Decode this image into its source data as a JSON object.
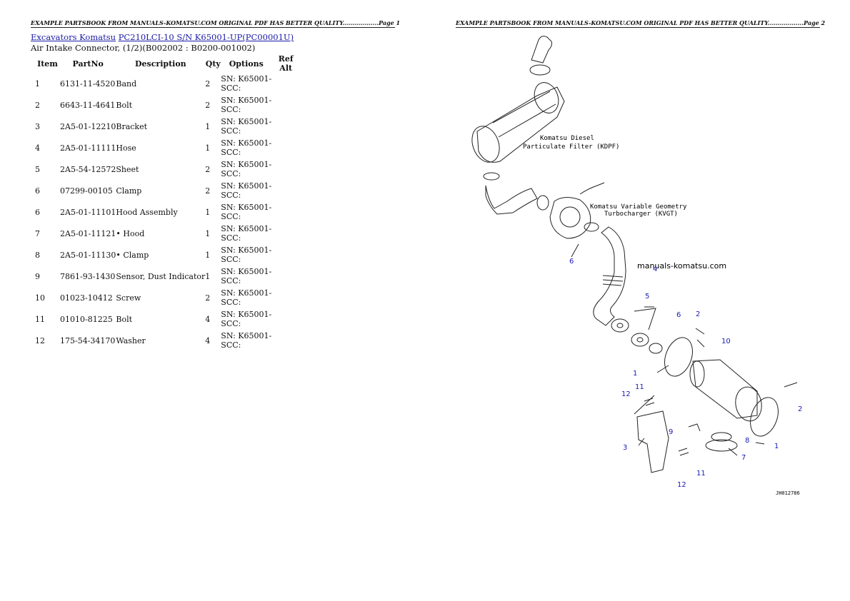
{
  "header": {
    "page1": "EXAMPLE PARTSBOOK FROM MANUALS-KOMATSU.COM ORIGINAL PDF HAS BETTER QUALITY..................Page 1",
    "page2": "EXAMPLE PARTSBOOK FROM MANUALS-KOMATSU.COM ORIGINAL PDF HAS BETTER QUALITY..................Page 2"
  },
  "breadcrumb": {
    "link1": "Excavators Komatsu",
    "link2": "PC210LCI-10 S/N K65001-UP(PC00001U)"
  },
  "subtitle": "Air Intake Connector, (1/2)(B002002 : B0200-001002)",
  "table": {
    "headers": [
      "Item",
      "PartNo",
      "Description",
      "Qty",
      "Options",
      "Ref Alt"
    ],
    "rows": [
      {
        "item": "1",
        "part": "6131-11-4520",
        "desc": "Band",
        "qty": "2",
        "opt1": "SN: K65001-",
        "opt2": "SCC:"
      },
      {
        "item": "2",
        "part": "6643-11-4641",
        "desc": "Bolt",
        "qty": "2",
        "opt1": "SN: K65001-",
        "opt2": "SCC:"
      },
      {
        "item": "3",
        "part": "2A5-01-12210",
        "desc": "Bracket",
        "qty": "1",
        "opt1": "SN: K65001-",
        "opt2": "SCC:"
      },
      {
        "item": "4",
        "part": "2A5-01-11111",
        "desc": "Hose",
        "qty": "1",
        "opt1": "SN: K65001-",
        "opt2": "SCC:"
      },
      {
        "item": "5",
        "part": "2A5-54-12572",
        "desc": "Sheet",
        "qty": "2",
        "opt1": "SN: K65001-",
        "opt2": "SCC:"
      },
      {
        "item": "6",
        "part": "07299-00105",
        "desc": "Clamp",
        "qty": "2",
        "opt1": "SN: K65001-",
        "opt2": "SCC:"
      },
      {
        "item": "6",
        "part": "2A5-01-11101",
        "desc": "Hood Assembly",
        "qty": "1",
        "opt1": "SN: K65001-",
        "opt2": "SCC:"
      },
      {
        "item": "7",
        "part": "2A5-01-11121",
        "desc": "• Hood",
        "qty": "1",
        "opt1": "SN: K65001-",
        "opt2": "SCC:"
      },
      {
        "item": "8",
        "part": "2A5-01-11130",
        "desc": "• Clamp",
        "qty": "1",
        "opt1": "SN: K65001-",
        "opt2": "SCC:"
      },
      {
        "item": "9",
        "part": "7861-93-1430",
        "desc": "Sensor, Dust Indicator",
        "qty": "1",
        "opt1": "SN: K65001-",
        "opt2": "SCC:"
      },
      {
        "item": "10",
        "part": "01023-10412",
        "desc": "Screw",
        "qty": "2",
        "opt1": "SN: K65001-",
        "opt2": "SCC:"
      },
      {
        "item": "11",
        "part": "01010-81225",
        "desc": "Bolt",
        "qty": "4",
        "opt1": "SN: K65001-",
        "opt2": "SCC:"
      },
      {
        "item": "12",
        "part": "175-54-34170",
        "desc": "Washer",
        "qty": "4",
        "opt1": "SN: K65001-",
        "opt2": "SCC:"
      }
    ]
  },
  "diagram": {
    "label_kdpf_1": "Komatsu Diesel",
    "label_kdpf_2": "Particulate Filter (KDPF)",
    "label_kvgt_1": "Komatsu Variable Geometry",
    "label_kvgt_2": "Turbocharger (KVGT)",
    "watermark": "manuals-komatsu.com",
    "drawing_code": "JH012786",
    "callouts": [
      "1",
      "1",
      "2",
      "2",
      "3",
      "4",
      "5",
      "6",
      "6",
      "7",
      "8",
      "9",
      "10",
      "11",
      "11",
      "12",
      "12"
    ],
    "callout_color": "#1a1ab4"
  }
}
